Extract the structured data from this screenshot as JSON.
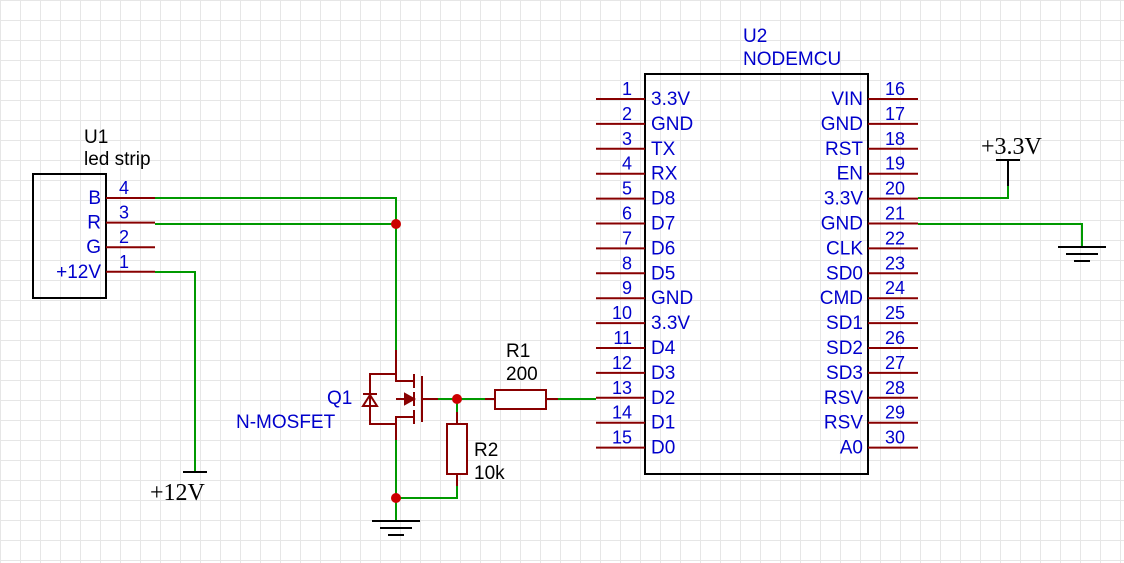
{
  "colors": {
    "wire": "#009900",
    "part": "#880000",
    "text": "#0000cc",
    "net": "#000000",
    "junction": "#cc0000"
  },
  "u1": {
    "ref": "U1",
    "value": "led strip",
    "pins": [
      {
        "num": "4",
        "name": "B"
      },
      {
        "num": "3",
        "name": "R"
      },
      {
        "num": "2",
        "name": "G"
      },
      {
        "num": "1",
        "name": "+12V"
      }
    ]
  },
  "u2": {
    "ref": "U2",
    "value": "NODEMCU",
    "left_pins": [
      {
        "num": "1",
        "name": "3.3V"
      },
      {
        "num": "2",
        "name": "GND"
      },
      {
        "num": "3",
        "name": "TX"
      },
      {
        "num": "4",
        "name": "RX"
      },
      {
        "num": "5",
        "name": "D8"
      },
      {
        "num": "6",
        "name": "D7"
      },
      {
        "num": "7",
        "name": "D6"
      },
      {
        "num": "8",
        "name": "D5"
      },
      {
        "num": "9",
        "name": "GND"
      },
      {
        "num": "10",
        "name": "3.3V"
      },
      {
        "num": "11",
        "name": "D4"
      },
      {
        "num": "12",
        "name": "D3"
      },
      {
        "num": "13",
        "name": "D2"
      },
      {
        "num": "14",
        "name": "D1"
      },
      {
        "num": "15",
        "name": "D0"
      }
    ],
    "right_pins": [
      {
        "num": "16",
        "name": "VIN"
      },
      {
        "num": "17",
        "name": "GND"
      },
      {
        "num": "18",
        "name": "RST"
      },
      {
        "num": "19",
        "name": "EN"
      },
      {
        "num": "20",
        "name": "3.3V"
      },
      {
        "num": "21",
        "name": "GND"
      },
      {
        "num": "22",
        "name": "CLK"
      },
      {
        "num": "23",
        "name": "SD0"
      },
      {
        "num": "24",
        "name": "CMD"
      },
      {
        "num": "25",
        "name": "SD1"
      },
      {
        "num": "26",
        "name": "SD2"
      },
      {
        "num": "27",
        "name": "SD3"
      },
      {
        "num": "28",
        "name": "RSV"
      },
      {
        "num": "29",
        "name": "RSV"
      },
      {
        "num": "30",
        "name": "A0"
      }
    ]
  },
  "q1": {
    "ref": "Q1",
    "value": "N-MOSFET"
  },
  "r1": {
    "ref": "R1",
    "value": "200"
  },
  "r2": {
    "ref": "R2",
    "value": "10k"
  },
  "nets": {
    "vcc12": "+12V",
    "vcc33": "+3.3V"
  }
}
